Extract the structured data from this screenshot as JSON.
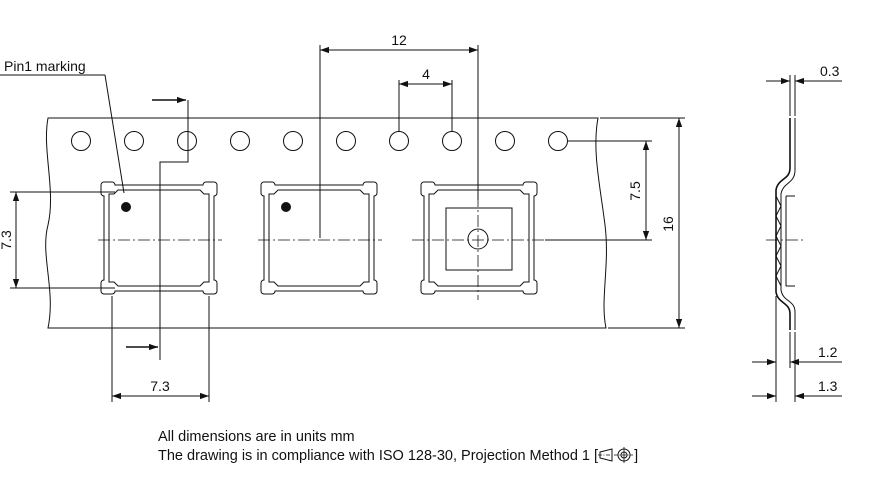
{
  "labels": {
    "pin1": "Pin1 marking"
  },
  "dimensions": {
    "pitch_12": "12",
    "pitch_4": "4",
    "thickness": "0.3",
    "d_7_5": "7.5",
    "width_16": "16",
    "pocket_7_3_vertical": "7.3",
    "pocket_7_3_horizontal": "7.3",
    "d_1_2": "1.2",
    "d_1_3": "1.3"
  },
  "notes": {
    "line1": "All dimensions are in units mm",
    "line2_prefix": "The drawing is in compliance with ISO 128-30, Projection Method 1 [",
    "line2_suffix": "]"
  },
  "icons": {
    "projection": "first-angle-projection-icon"
  }
}
